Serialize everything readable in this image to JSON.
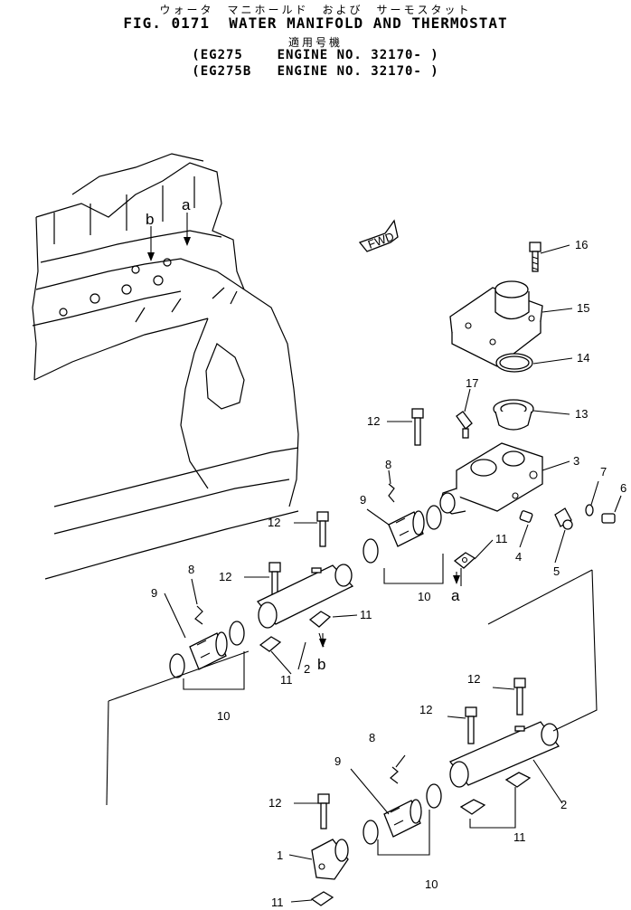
{
  "header": {
    "japanese_title": "ウォータ　マニホールド　および　サーモスタット",
    "title": "FIG. 0171  WATER MANIFOLD AND THERMOSTAT",
    "applicable_label": "適用号機",
    "model_lines": [
      "(EG275    ENGINE NO. 32170- )",
      "(EG275B   ENGINE NO. 32170- )"
    ]
  },
  "direction_tag": "FWD",
  "callouts": {
    "p1": "1",
    "p2a": "2",
    "p2b": "2",
    "p3": "3",
    "p4": "4",
    "p5": "5",
    "p6": "6",
    "p7": "7",
    "p8a": "8",
    "p8b": "8",
    "p8c": "8",
    "p9a": "9",
    "p9b": "9",
    "p9c": "9",
    "p10a": "10",
    "p10b": "10",
    "p10c": "10",
    "p11a": "11",
    "p11b": "11",
    "p11c": "11",
    "p11d": "11",
    "p11e": "11",
    "p12a": "12",
    "p12b": "12",
    "p12c": "12",
    "p12d": "12",
    "p12e": "12",
    "p12f": "12",
    "p13": "13",
    "p14": "14",
    "p15": "15",
    "p16": "16",
    "p17": "17",
    "ref_a_top": "a",
    "ref_b_top": "b",
    "ref_a_bottom": "a",
    "ref_b_bottom": "b"
  }
}
